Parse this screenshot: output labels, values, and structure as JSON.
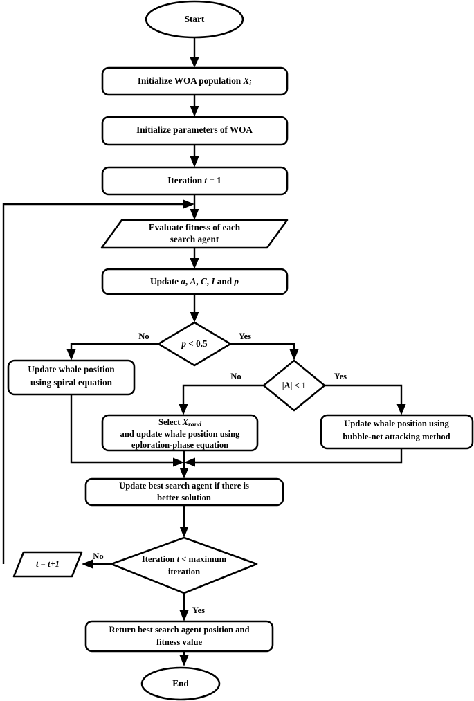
{
  "diagram": {
    "title": "Whale Optimization Algorithm (WOA) flowchart",
    "background_color": "#ffffff",
    "line_color": "#000000",
    "fill_color": "#ffffff"
  },
  "nodes": {
    "start": {
      "type": "terminator",
      "label": "Start"
    },
    "init_population": {
      "type": "process",
      "label_pre": "Initialize WOA population ",
      "label_var": "X",
      "label_sub": "i"
    },
    "init_parameters": {
      "type": "process",
      "label": "Initialize parameters of WOA"
    },
    "iteration_init": {
      "type": "process",
      "label_pre": "Iteration ",
      "label_var": "t",
      "label_post": " = 1"
    },
    "evaluate_fitness": {
      "type": "data",
      "line1": "Evaluate fitness of each",
      "line2": "search agent"
    },
    "update_params": {
      "type": "process",
      "label_pre": "Update ",
      "v1": "a",
      "s1": ", ",
      "v2": "A",
      "s2": ", ",
      "v3": "C",
      "s3": ", ",
      "v4": "I",
      "s4": " and ",
      "v5": "p"
    },
    "decision_p": {
      "type": "decision",
      "label_var": "p",
      "label_post": " < 0.5"
    },
    "decision_a": {
      "type": "decision",
      "label": "|A| < 1"
    },
    "spiral_update": {
      "type": "process",
      "line1": "Update whale position",
      "line2": "using spiral equation"
    },
    "exploration_update": {
      "type": "process",
      "line1_pre": "Select ",
      "line1_var": "X",
      "line1_sub": "rand",
      "line2": "and update whale position using",
      "line3": "eploration-phase equation"
    },
    "bubblenet_update": {
      "type": "process",
      "line1": "Update whale position using",
      "line2": "bubble-net attacking method"
    },
    "update_best": {
      "type": "process",
      "line1": "Update best search agent if there is",
      "line2": "better solution"
    },
    "decision_iteration": {
      "type": "decision",
      "line1_pre": "Iteration ",
      "line1_var": "t",
      "line1_post": " < maximum",
      "line2": "iteration"
    },
    "increment_t": {
      "type": "data",
      "label_var1": "t",
      "label_mid": " = ",
      "label_var2": "t+1"
    },
    "return_best": {
      "type": "process",
      "line1": "Return best search agent position and",
      "line2": "fitness value"
    },
    "end": {
      "type": "terminator",
      "label": "End"
    }
  },
  "edge_labels": {
    "p_no": "No",
    "p_yes": "Yes",
    "a_no": "No",
    "a_yes": "Yes",
    "iter_no": "No",
    "iter_yes": "Yes"
  }
}
